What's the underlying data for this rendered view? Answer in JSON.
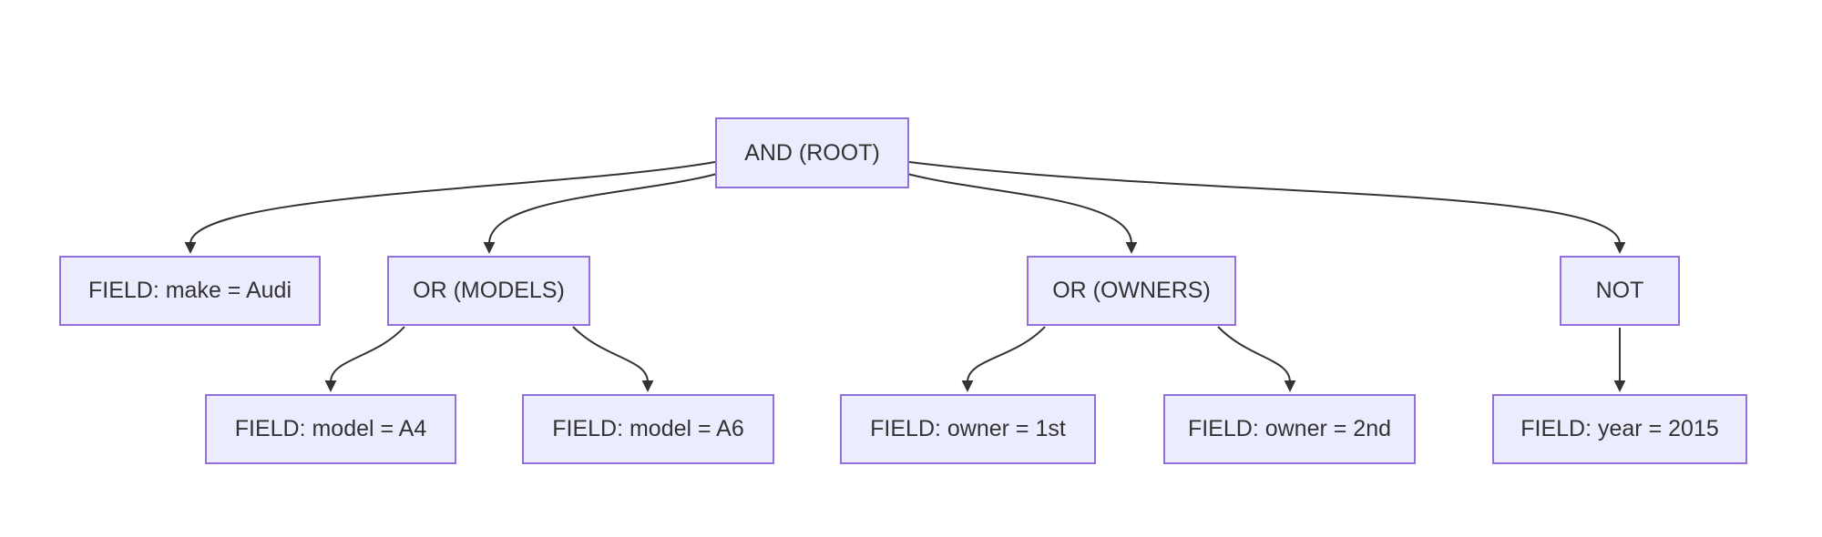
{
  "diagram": {
    "type": "tree-flowchart",
    "orientation": "top-down",
    "colors": {
      "background": "#FFFFFF",
      "node_fill": "#ECECFF",
      "node_border": "#9370DB",
      "edge_stroke": "#333333",
      "text": "#333333"
    },
    "nodes": [
      {
        "id": "and-root",
        "label": "AND (ROOT)",
        "level": 0
      },
      {
        "id": "field-make-audi",
        "label": "FIELD: make = Audi",
        "level": 1
      },
      {
        "id": "or-models",
        "label": "OR (MODELS)",
        "level": 1
      },
      {
        "id": "or-owners",
        "label": "OR (OWNERS)",
        "level": 1
      },
      {
        "id": "not",
        "label": "NOT",
        "level": 1
      },
      {
        "id": "field-model-a4",
        "label": "FIELD: model = A4",
        "level": 2
      },
      {
        "id": "field-model-a6",
        "label": "FIELD: model = A6",
        "level": 2
      },
      {
        "id": "field-owner-1st",
        "label": "FIELD: owner = 1st",
        "level": 2
      },
      {
        "id": "field-owner-2nd",
        "label": "FIELD: owner = 2nd",
        "level": 2
      },
      {
        "id": "field-year-2015",
        "label": "FIELD: year = 2015",
        "level": 2
      }
    ],
    "edges": [
      {
        "from": "and-root",
        "to": "field-make-audi",
        "arrow": true
      },
      {
        "from": "and-root",
        "to": "or-models",
        "arrow": true
      },
      {
        "from": "and-root",
        "to": "or-owners",
        "arrow": true
      },
      {
        "from": "and-root",
        "to": "not",
        "arrow": true
      },
      {
        "from": "or-models",
        "to": "field-model-a4",
        "arrow": true
      },
      {
        "from": "or-models",
        "to": "field-model-a6",
        "arrow": true
      },
      {
        "from": "or-owners",
        "to": "field-owner-1st",
        "arrow": true
      },
      {
        "from": "or-owners",
        "to": "field-owner-2nd",
        "arrow": true
      },
      {
        "from": "not",
        "to": "field-year-2015",
        "arrow": true
      }
    ]
  }
}
